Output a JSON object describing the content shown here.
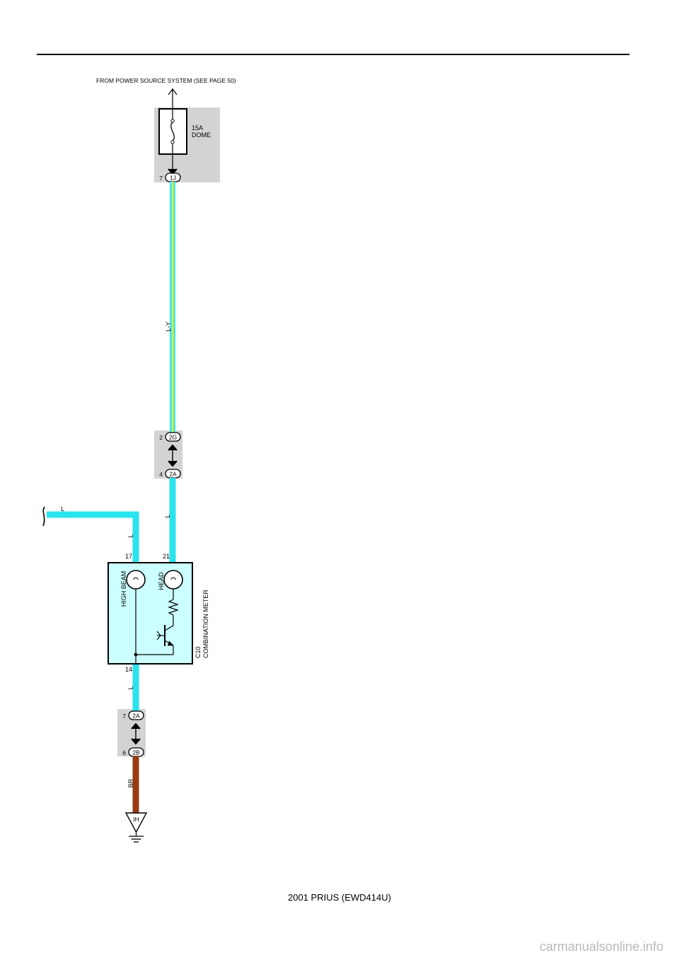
{
  "header": {
    "source_label": "FROM POWER SOURCE SYSTEM (SEE PAGE 50)"
  },
  "fuse": {
    "rating": "15A",
    "name": "DOME"
  },
  "connectors": {
    "c1j": {
      "id": "1J",
      "pin": "7"
    },
    "c2g": {
      "id": "2G",
      "pin": "2"
    },
    "c2a_top": {
      "id": "2A",
      "pin": "4"
    },
    "c2a_bottom": {
      "id": "2A",
      "pin": "7"
    },
    "c2b": {
      "id": "2B",
      "pin": "6"
    }
  },
  "wires": {
    "main_upper": {
      "color_code": "L-Y",
      "colors": [
        "#38e8f0",
        "#e6ea3a"
      ]
    },
    "main_mid": {
      "color_code": "L",
      "color": "#29e3ee"
    },
    "branch_left": {
      "color_code": "L"
    },
    "branch_drop": {
      "color_code": "L"
    },
    "meter_out": {
      "color_code": "L"
    },
    "ground_lead": {
      "color_code": "BR",
      "color": "#9a3a12"
    }
  },
  "meter": {
    "code": "C10",
    "name": "COMBINATION METER",
    "lamp_left": "HIGH BEAM",
    "lamp_right": "HEAD",
    "pin_left": "17",
    "pin_right": "21",
    "pin_bottom": "14",
    "fill": "#ccffff"
  },
  "ground": {
    "code": "IH"
  },
  "footer": {
    "model": "2001 PRIUS (EWD414U)"
  },
  "watermark": "carmanualsonline.info"
}
